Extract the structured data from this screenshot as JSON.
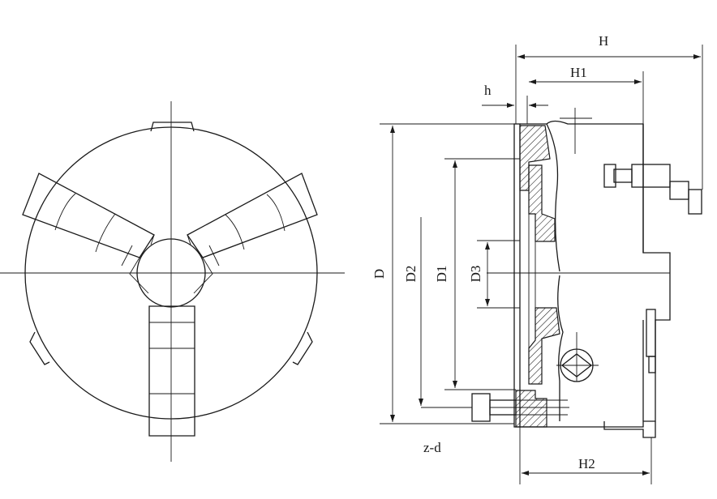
{
  "labels": {
    "H": "H",
    "H1": "H1",
    "h": "h",
    "D": "D",
    "D1": "D1",
    "D2": "D2",
    "D3": "D3",
    "zd": "z-d",
    "H2": "H2"
  }
}
